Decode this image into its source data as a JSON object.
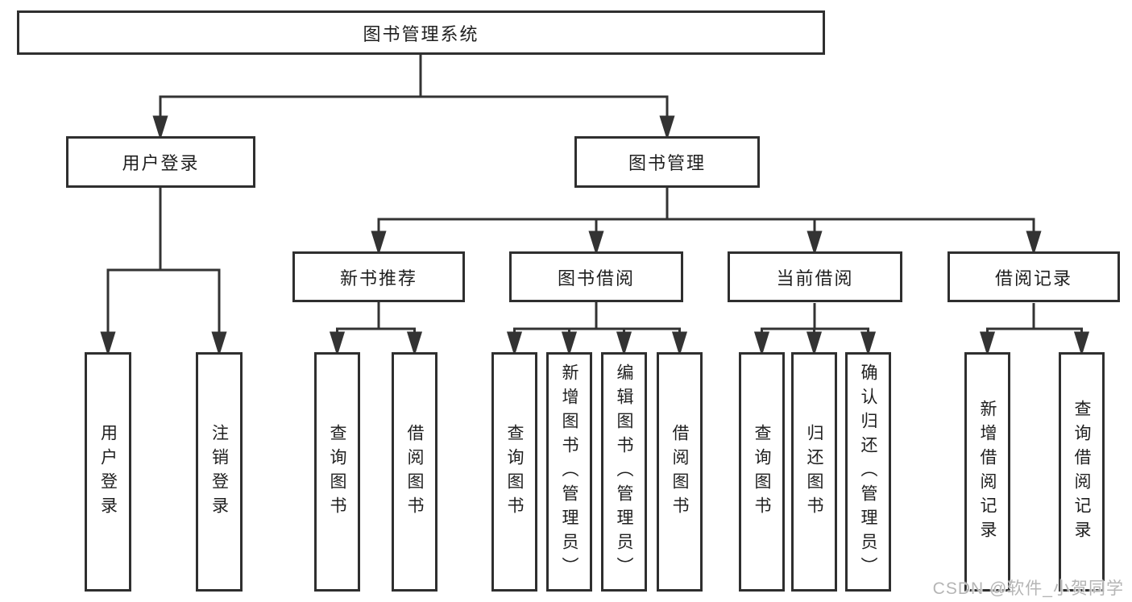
{
  "diagram": {
    "root": {
      "label": "图书管理系统"
    },
    "level1": [
      {
        "label": "用户登录",
        "leaves": [
          "用户登录",
          "注销登录"
        ]
      },
      {
        "label": "图书管理",
        "children": [
          {
            "label": "新书推荐",
            "leaves": [
              "查询图书",
              "借阅图书"
            ]
          },
          {
            "label": "图书借阅",
            "leaves": [
              "查询图书",
              "新增图书（管理员）",
              "编辑图书（管理员）",
              "借阅图书"
            ]
          },
          {
            "label": "当前借阅",
            "leaves": [
              "查询图书",
              "归还图书",
              "确认归还（管理员）"
            ]
          },
          {
            "label": "借阅记录",
            "leaves": [
              "新增借阅记录",
              "查询借阅记录"
            ]
          }
        ]
      }
    ]
  },
  "watermark": {
    "text": "CSDN @软件_小贺同学"
  },
  "colors": {
    "line": "#333333",
    "box_border": "#2f2f2f",
    "text": "#1f1f1f",
    "background": "#ffffff",
    "watermark": "#b5b5b5"
  }
}
